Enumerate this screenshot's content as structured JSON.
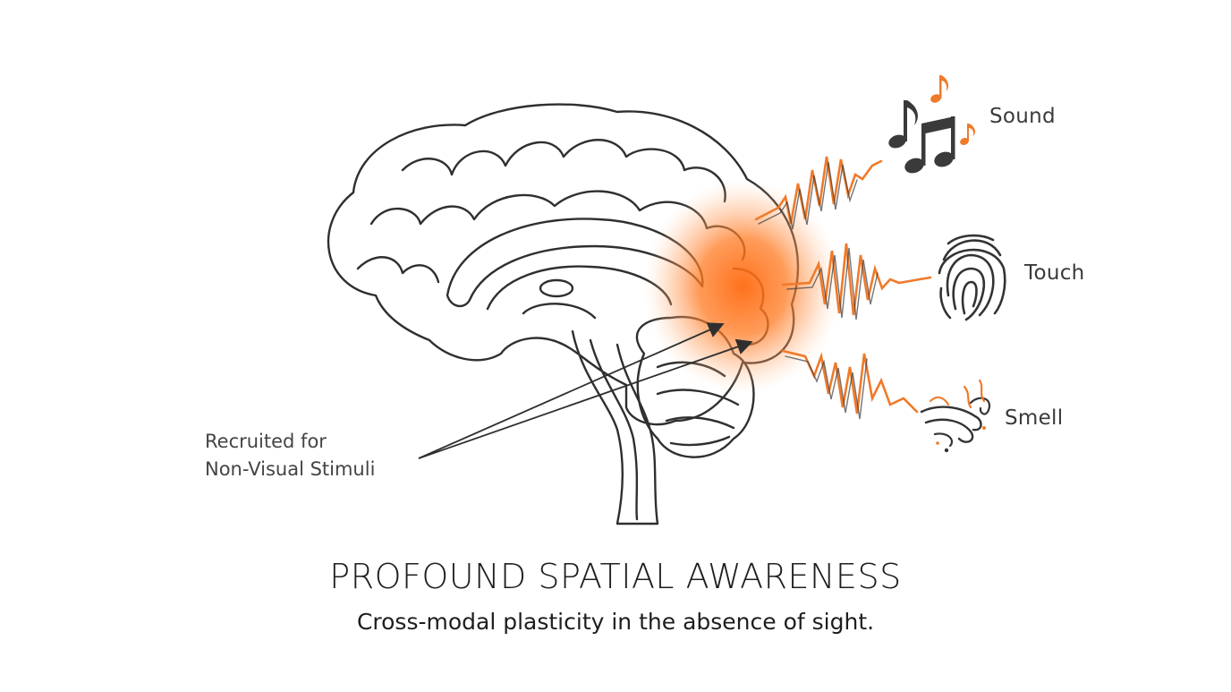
{
  "diagram": {
    "senses": [
      {
        "label": "Sound",
        "icon": "music-notes-icon"
      },
      {
        "label": "Touch",
        "icon": "fingerprint-icon"
      },
      {
        "label": "Smell",
        "icon": "scent-swirl-icon"
      }
    ],
    "callout": {
      "line1": "Recruited for",
      "line2": "Non-Visual Stimuli"
    },
    "title": "PROFOUND SPATIAL AWARENESS",
    "subtitle": "Cross-modal plasticity in the absence of sight."
  },
  "colors": {
    "accent": "#f07a2a",
    "glow": "#ff7a22",
    "line": "#2f2f2f",
    "text": "#1e1e1e"
  }
}
